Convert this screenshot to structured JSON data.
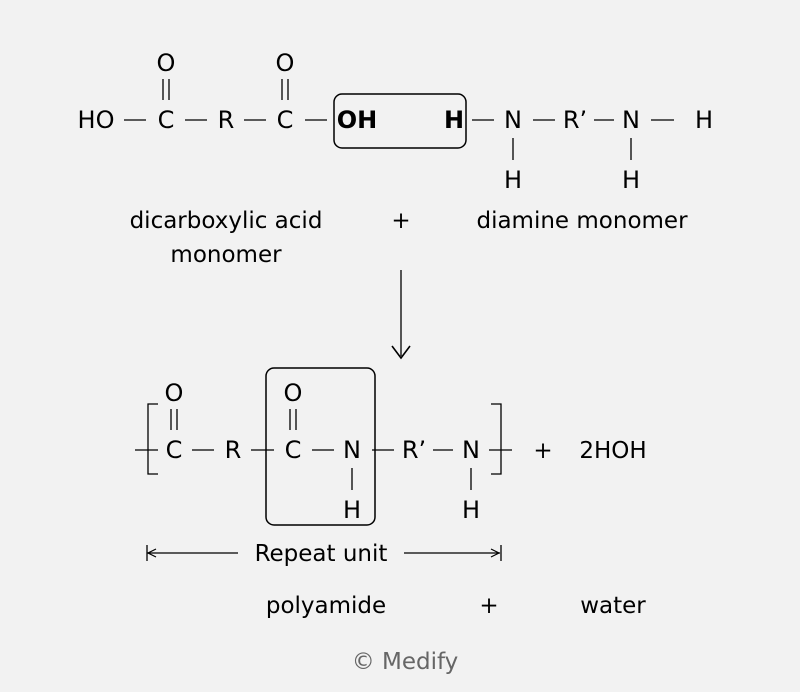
{
  "reactants": {
    "dicarboxylic_acid": {
      "HO": "HO",
      "C1": "C",
      "O1": "O",
      "R": "R",
      "C2": "C",
      "O2": "O",
      "OH": "OH"
    },
    "diamine": {
      "H": "H",
      "N1": "N",
      "H_below_N1": "H",
      "R_prime": "R’",
      "N2": "N",
      "H_below_N2": "H",
      "H_end": "H"
    },
    "acid_label_line1": "dicarboxylic acid",
    "acid_label_line2": "monomer",
    "plus": "+",
    "amine_label": "diamine monomer"
  },
  "product": {
    "O1": "O",
    "C1": "C",
    "R": "R",
    "O2": "O",
    "C2": "C",
    "N1": "N",
    "H_below_N1": "H",
    "R_prime": "R’",
    "N2": "N",
    "H_below_N2": "H",
    "plus": "+",
    "water_formula": "2HOH",
    "repeat_unit_label": "Repeat unit",
    "polyamide_label": "polyamide",
    "plus2": "+",
    "water_label": "water"
  },
  "copyright": "© Medify",
  "colors": {
    "text": "#000000",
    "background": "#f2f2f2",
    "copyright": "#666666"
  }
}
